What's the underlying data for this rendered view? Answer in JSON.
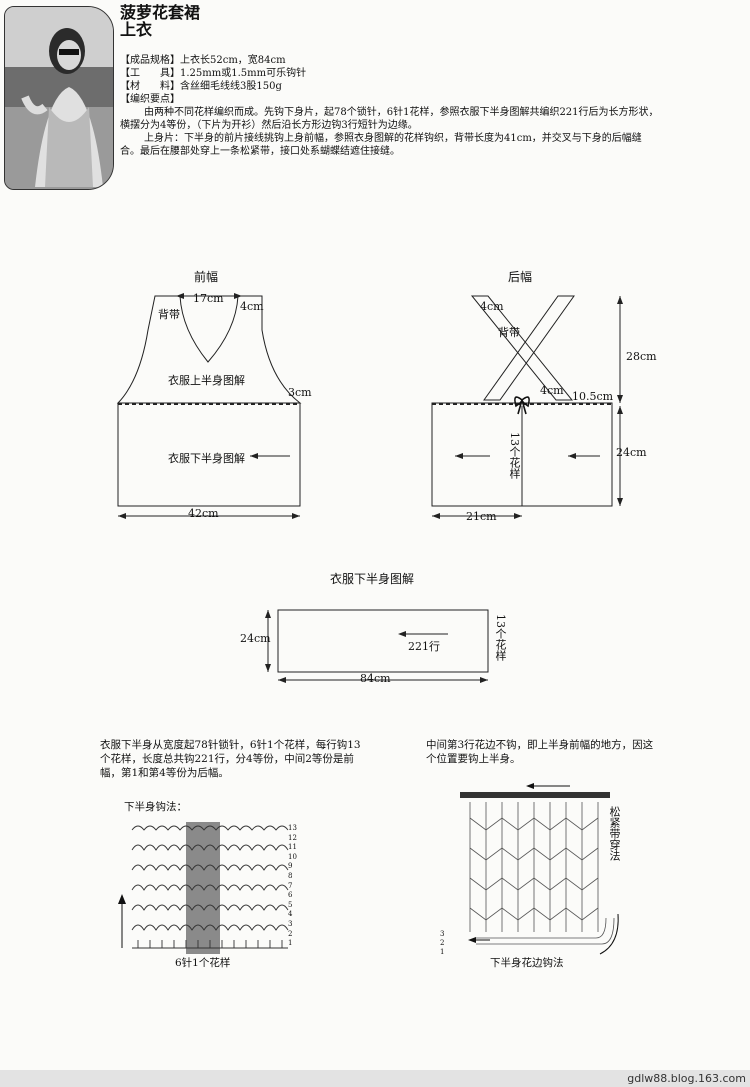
{
  "header": {
    "title_line1": "菠萝花套裙",
    "title_line2": "上衣"
  },
  "specs": [
    {
      "label": "【成品规格】",
      "value": "上衣长52cm，宽84cm"
    },
    {
      "label": "【工　　具】",
      "value": "1.25mm或1.5mm可乐钩针"
    },
    {
      "label": "【材　　料】",
      "value": "含丝细毛线线3股150g"
    },
    {
      "label": "【编织要点】",
      "value": ""
    }
  ],
  "instructions": {
    "p1": "由两种不同花样编织而成。先钩下身片，起78个锁针，6针1花样，参照衣服下半身图解共编织221行后为长方形状，横摆分为4等份，（下片为开衫）然后沿长方形边钩3行短针为边缘。",
    "p2": "上身片：下半身的前片接线挑钩上身前幅，参照衣身图解的花样钩织，背带长度为41cm，并交叉与下身的后幅缝合。最后在腰部处穿上一条松紧带，接口处系蝴蝶结遮住接缝。"
  },
  "front": {
    "heading": "前幅",
    "top_width": "17cm",
    "strap_width": "4cm",
    "strap": "背带",
    "upper_label": "衣服上半身图解",
    "side": "3cm",
    "lower_label": "衣服下半身图解",
    "width": "42cm"
  },
  "back": {
    "heading": "后幅",
    "strap_width": "4cm",
    "strap": "背带",
    "strap_height": "28cm",
    "small": "4cm",
    "offset": "10.5cm",
    "rows": "13个花样",
    "height": "24cm",
    "width": "21cm"
  },
  "lower": {
    "heading": "衣服下半身图解",
    "height": "24cm",
    "rows": "221行",
    "side": "13个花样",
    "width": "84cm"
  },
  "notes": {
    "left": "衣服下半身从宽度起78针锁针，6针1个花样，每行钩13个花样，长度总共钩221行，分4等份，中间2等份是前幅，第1和第4等份为后幅。",
    "right": "中间第3行花边不钩，即上半身前幅的地方，因这个位置要钩上半身。"
  },
  "chart_left": {
    "title": "下半身钩法：",
    "caption": "6针1个花样",
    "row_numbers": [
      "13",
      "12",
      "11",
      "10",
      "9",
      "8",
      "7",
      "6",
      "5",
      "4",
      "3",
      "2",
      "1"
    ]
  },
  "chart_right": {
    "side": "松紧带穿法",
    "caption": "下半身花边钩法",
    "row_numbers": [
      "3",
      "2",
      "1"
    ]
  },
  "footer": {
    "page": "gdlw88.blog.163.com"
  }
}
